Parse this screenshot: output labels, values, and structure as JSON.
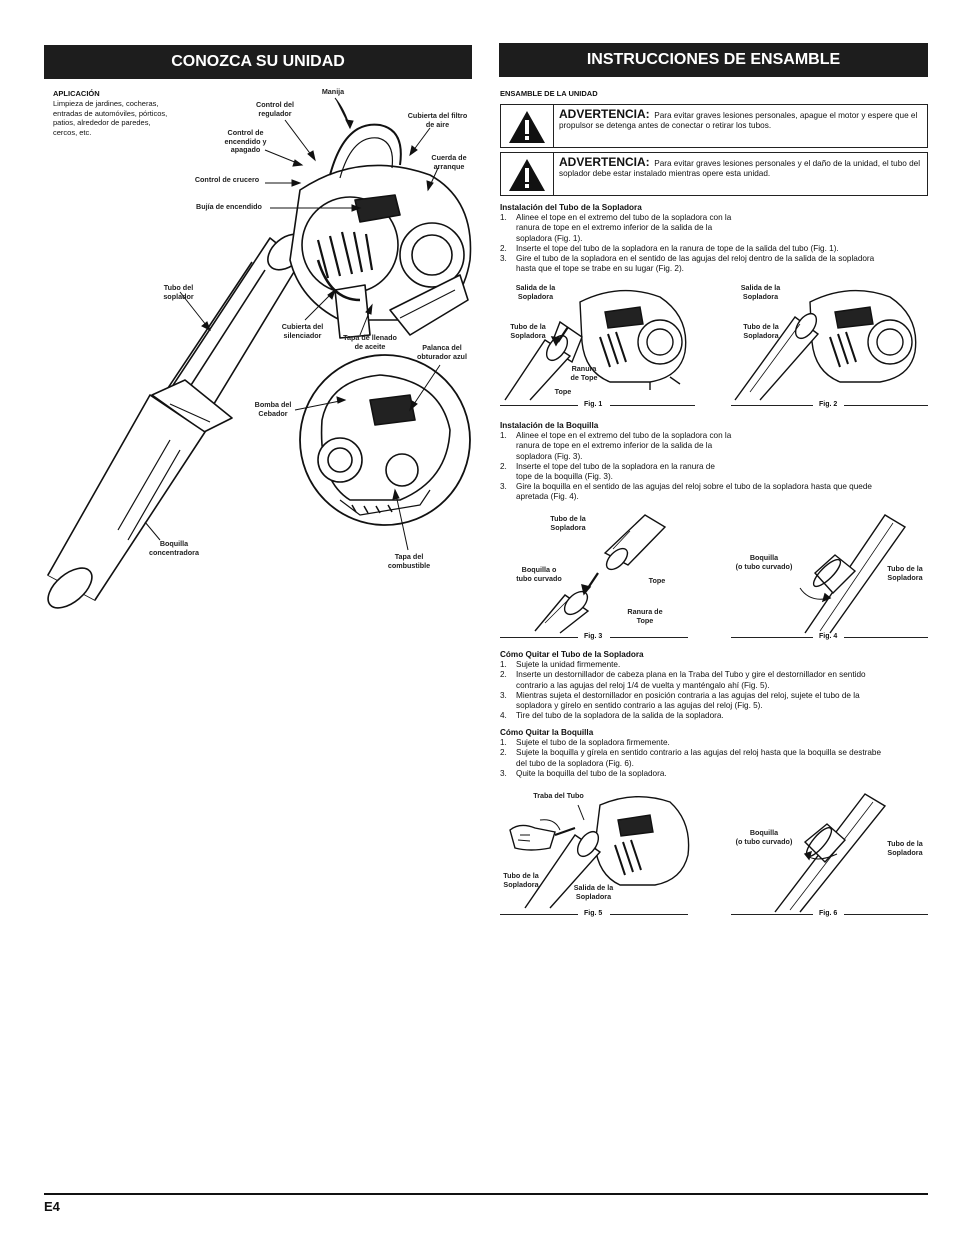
{
  "left": {
    "header": "CONOZCA SU UNIDAD",
    "application_title": "APLICACIÓN",
    "application_lines": [
      "Limpieza de jardines, cocheras,",
      "entradas de automóviles, pórticos,",
      "patios, alrededor de paredes,",
      "cercos, etc."
    ],
    "labels": {
      "manija": "Manija",
      "control_regulador": "Control del\nregulador",
      "cubierta_filtro": "Cubierta del filtro\nde aire",
      "control_encendido": "Control de\nencendido y\napagado",
      "cuerda_arranque": "Cuerda de\narranque",
      "control_crucero": "Control de crucero",
      "bujia": "Bujía de encendido",
      "tubo_soplador": "Tubo del\nsoplador",
      "cubierta_silenciador": "Cubierta del\nsilenciador",
      "tapa_aceite": "Tapa de llenado\nde aceite",
      "palanca_obturador": "Palanca del\nobturador azul",
      "bomba_cebador": "Bomba del\nCebador",
      "boquilla_concentradora": "Boquilla\nconcentradora",
      "tapa_combustible": "Tapa del\ncombustible"
    }
  },
  "right": {
    "header": "INSTRUCCIONES DE ENSAMBLE",
    "section_title": "ENSAMBLE DE LA UNIDAD",
    "warning1": {
      "title": "ADVERTENCIA:",
      "text": "Para evitar graves lesiones personales, apague el motor y espere que el propulsor se detenga antes de conectar o retirar los tubos."
    },
    "warning2": {
      "title": "ADVERTENCIA:",
      "text": "Para evitar graves lesiones personales y el daño de la unidad, el tubo del soplador debe estar instalado mientras opere esta unidad."
    },
    "s1": {
      "title": "Instalación del Tubo de la Sopladora",
      "steps": [
        {
          "n": "1.",
          "lines": [
            "Alinee el tope en el extremo del tubo de la sopladora con la",
            "ranura de tope en el extremo inferior de la salida de la",
            "sopladora (Fig. 1)."
          ]
        },
        {
          "n": "2.",
          "lines": [
            "Inserte el tope del tubo de la sopladora en la ranura de tope de la salida del tubo (Fig. 1)."
          ]
        },
        {
          "n": "3.",
          "lines": [
            "Gire el tubo de la sopladora en el sentido de las agujas del reloj dentro de la salida de la sopladora",
            "hasta que el tope se trabe en su lugar (Fig. 2)."
          ]
        }
      ]
    },
    "fig1": {
      "caption": "Fig. 1",
      "salida": "Salida de la\nSopladora",
      "tubo": "Tubo de la\nSopladora",
      "ranura": "Ranura\nde Tope",
      "tope": "Tope"
    },
    "fig2": {
      "caption": "Fig. 2",
      "salida": "Salida de la\nSopladora",
      "tubo": "Tubo de la\nSopladora"
    },
    "s2": {
      "title": "Instalación de la Boquilla",
      "steps": [
        {
          "n": "1.",
          "lines": [
            "Alinee el tope en el extremo del tubo de la sopladora con la",
            "ranura de tope en el extremo inferior de la salida de la",
            "sopladora (Fig. 3)."
          ]
        },
        {
          "n": "2.",
          "lines": [
            "Inserte el tope del tubo de la sopladora en la ranura de",
            "tope de la boquilla (Fig. 3)."
          ]
        },
        {
          "n": "3.",
          "lines": [
            "Gire la boquilla en el sentido de las agujas del reloj sobre el tubo de la sopladora hasta que quede",
            "apretada (Fig. 4)."
          ]
        }
      ]
    },
    "fig3": {
      "caption": "Fig. 3",
      "tubo": "Tubo de la\nSopladora",
      "boquilla": "Boquilla o\ntubo curvado",
      "tope": "Tope",
      "ranura": "Ranura de\nTope"
    },
    "fig4": {
      "caption": "Fig. 4",
      "boquilla": "Boquilla\n(o tubo curvado)",
      "tubo": "Tubo de la\nSopladora"
    },
    "s3": {
      "title": "Cómo Quitar el Tubo de la Sopladora",
      "steps": [
        {
          "n": "1.",
          "lines": [
            "Sujete la unidad firmemente."
          ]
        },
        {
          "n": "2.",
          "lines": [
            "Inserte un destornillador de cabeza plana en la Traba del Tubo y gire el destornillador en sentido",
            "contrario a las agujas del reloj 1/4 de vuelta y manténgalo ahí (Fig. 5)."
          ]
        },
        {
          "n": "3.",
          "lines": [
            "Mientras sujeta el destornillador en posición contraria a las agujas del reloj, sujete el tubo de la",
            "sopladora y gírelo en sentido contrario a las agujas del reloj (Fig. 5)."
          ]
        },
        {
          "n": "4.",
          "lines": [
            "Tire del tubo de la sopladora de la salida de la sopladora."
          ]
        }
      ]
    },
    "s4": {
      "title": "Cómo Quitar la Boquilla",
      "steps": [
        {
          "n": "1.",
          "lines": [
            "Sujete el tubo de la sopladora firmemente."
          ]
        },
        {
          "n": "2.",
          "lines": [
            "Sujete la boquilla y gírela en sentido contrario a las agujas del reloj hasta que la boquilla se destrabe",
            "del tubo de la sopladora (Fig. 6)."
          ]
        },
        {
          "n": "3.",
          "lines": [
            "Quite la boquilla del tubo de la sopladora."
          ]
        }
      ]
    },
    "fig5": {
      "caption": "Fig. 5",
      "traba": "Traba del Tubo",
      "tubo": "Tubo de la\nSopladora",
      "salida": "Salida de la\nSopladora"
    },
    "fig6": {
      "caption": "Fig. 6",
      "boquilla": "Boquilla\n(o tubo curvado)",
      "tubo": "Tubo de la\nSopladora"
    }
  },
  "footer": {
    "page": "E4"
  }
}
